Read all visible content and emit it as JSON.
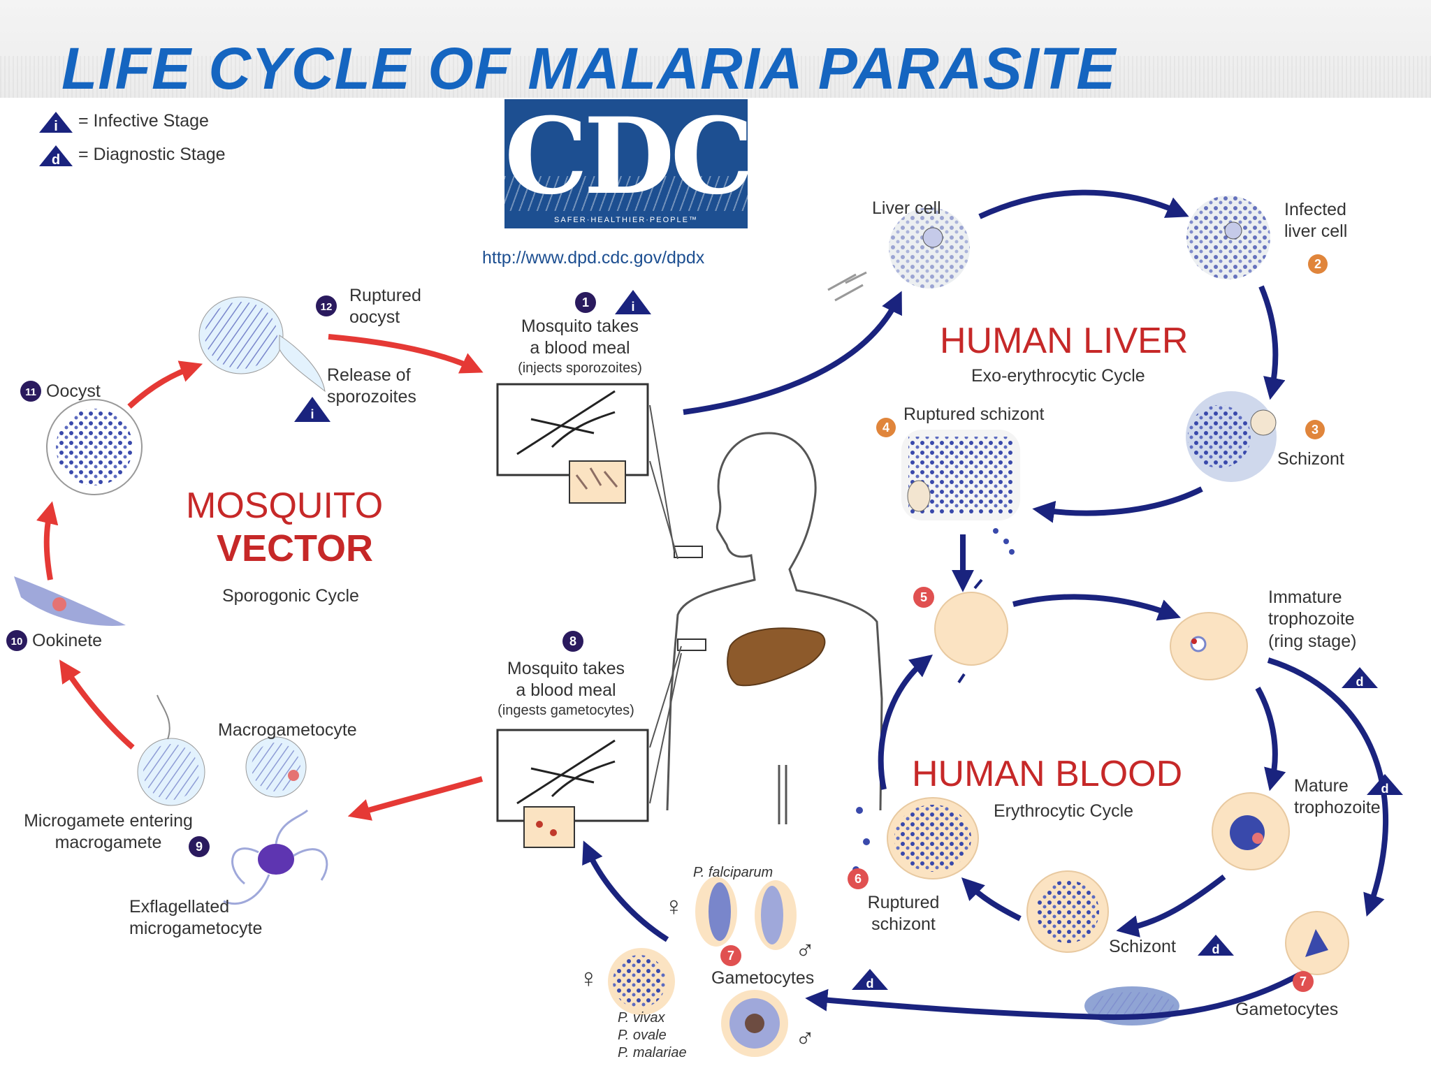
{
  "title": "LIFE CYCLE OF MALARIA PARASITE",
  "legend": {
    "infective_symbol": "i",
    "infective": "= Infective Stage",
    "diagnostic_symbol": "d",
    "diagnostic": "= Diagnostic Stage"
  },
  "logo": {
    "text": "CDC",
    "tagline": "SAFER·HEALTHIER·PEOPLE™",
    "url": "http://www.dpd.cdc.gov/dpdx"
  },
  "sections": {
    "human_liver": "HUMAN LIVER",
    "liver_cycle": "Exo-erythrocytic Cycle",
    "human_blood": "HUMAN BLOOD",
    "blood_cycle": "Erythrocytic Cycle",
    "mosquito": "MOSQUITO",
    "vector": "VECTOR",
    "mosquito_cycle": "Sporogonic Cycle"
  },
  "steps": {
    "s1_num": "1",
    "s1_line1": "Mosquito takes",
    "s1_line2": "a blood meal",
    "s1_line3": "(injects sporozoites)",
    "liver_cell": "Liver cell",
    "s2_num": "2",
    "s2_line1": "Infected",
    "s2_line2": "liver cell",
    "s3_num": "3",
    "s3": "Schizont",
    "s4_num": "4",
    "s4": "Ruptured schizont",
    "s5_num": "5",
    "immature_line1": "Immature",
    "immature_line2": "trophozoite",
    "immature_line3": "(ring stage)",
    "mature_line1": "Mature",
    "mature_line2": "trophozoite",
    "blood_schizont": "Schizont",
    "s6_num": "6",
    "s6_line1": "Ruptured",
    "s6_line2": "schizont",
    "s7_num": "7",
    "gametocytes_right": "Gametocytes",
    "gametocytes_center": "Gametocytes",
    "p_falciparum": "P. falciparum",
    "p_vivax": "P. vivax",
    "p_ovale": "P. ovale",
    "p_malariae": "P. malariae",
    "female": "♀",
    "male": "♂",
    "s8_num": "8",
    "s8_line1": "Mosquito takes",
    "s8_line2": "a blood meal",
    "s8_line3": "(ingests gametocytes)",
    "macrogametocyte": "Macrogametocyte",
    "s9_num": "9",
    "microgamete_line1": "Microgamete entering",
    "microgamete_line2": "macrogamete",
    "exflag_line1": "Exflagellated",
    "exflag_line2": "microgametocyte",
    "s10_num": "10",
    "ookinete": "Ookinete",
    "s11_num": "11",
    "oocyst": "Oocyst",
    "s12_num": "12",
    "ruptured_oocyst_line1": "Ruptured",
    "ruptured_oocyst_line2": "oocyst",
    "release_line1": "Release of",
    "release_line2": "sporozoites"
  },
  "colors": {
    "title": "#1565c0",
    "human_arrows": "#1a237e",
    "mosquito_arrows": "#e53935",
    "section_red": "#c62828",
    "cell_fill": "#fbe3c2",
    "parasite": "#3949ab",
    "step_dark": "#2a1a5e",
    "step_orange": "#e0853b",
    "step_red": "#e05050"
  }
}
